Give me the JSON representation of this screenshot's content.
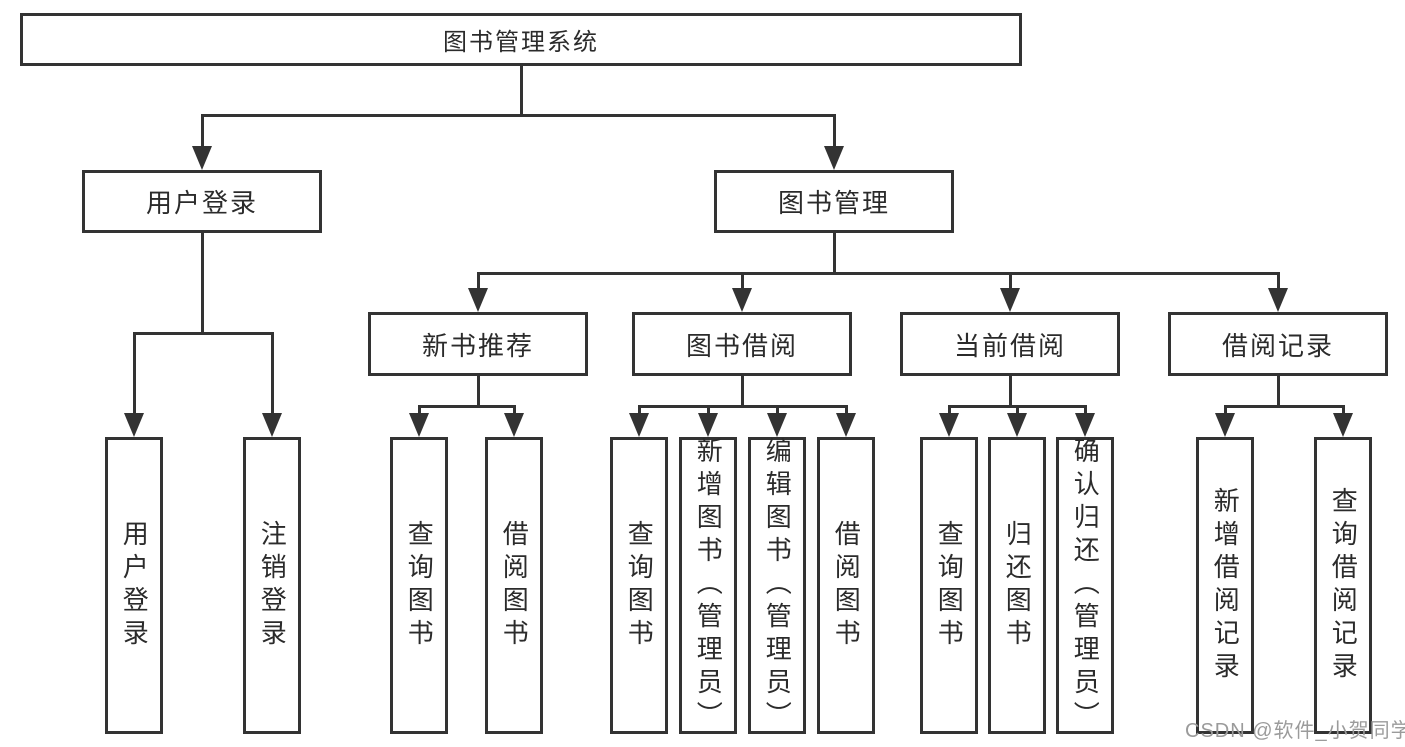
{
  "diagram": {
    "title": "图书管理系统",
    "level2": [
      "用户登录",
      "图书管理"
    ],
    "level3": [
      "新书推荐",
      "图书借阅",
      "当前借阅",
      "借阅记录"
    ],
    "leaves": [
      "用户登录",
      "注销登录",
      "查询图书",
      "借阅图书",
      "查询图书",
      "新增图书（管理员）",
      "编辑图书（管理员）",
      "借阅图书",
      "查询图书",
      "归还图书",
      "确认归还（管理员）",
      "新增借阅记录",
      "查询借阅记录"
    ],
    "watermark": "CSDN @软件_小贺同学",
    "colors": {
      "line": "#333333",
      "text": "#2b2b2b",
      "watermark": "#9b9b9b",
      "background": "#ffffff"
    }
  }
}
